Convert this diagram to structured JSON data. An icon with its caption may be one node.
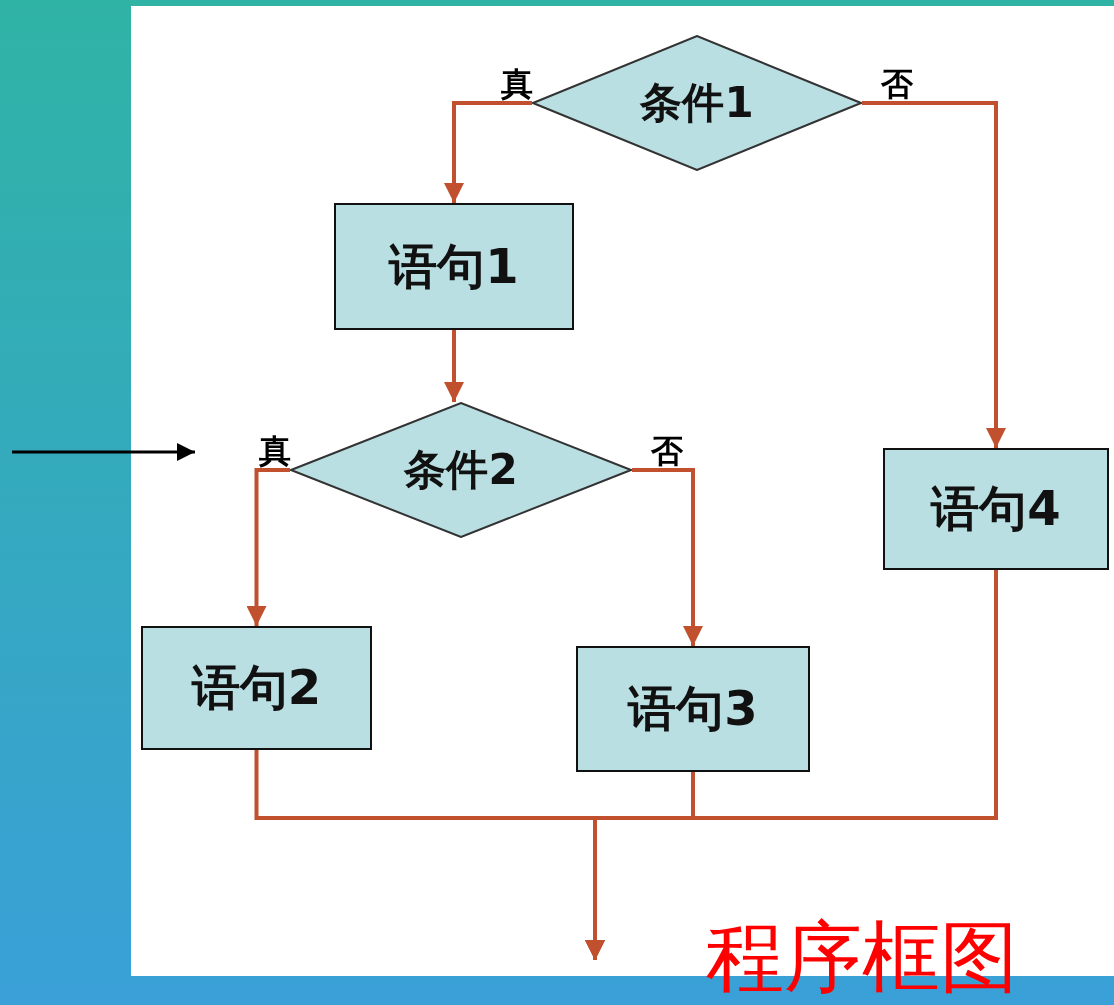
{
  "diagram": {
    "caption": "程序框图",
    "nodes": [
      {
        "text": [
          "条件1"
        ]
      },
      {
        "text": [
          "语句1"
        ]
      },
      {
        "text": [
          "条件2"
        ]
      },
      {
        "text": [
          "语句2"
        ]
      },
      {
        "text": [
          "语句3"
        ]
      },
      {
        "text": [
          "语句4"
        ]
      }
    ],
    "edges": [
      {
        "from": 0,
        "to": 1,
        "arrow": "to",
        "label": "真"
      },
      {
        "from": 0,
        "to": 5,
        "arrow": "to",
        "label": "否"
      },
      {
        "from": 1,
        "to": 2,
        "arrow": "to"
      },
      {
        "from": 2,
        "to": 3,
        "arrow": "to",
        "label": "真"
      },
      {
        "from": 2,
        "to": 4,
        "arrow": "to",
        "label": "否"
      },
      {
        "from": 3,
        "to": null,
        "arrow": "to"
      },
      {
        "from": 4,
        "to": null,
        "arrow": "to"
      },
      {
        "from": 5,
        "to": null,
        "arrow": "to"
      }
    ]
  }
}
